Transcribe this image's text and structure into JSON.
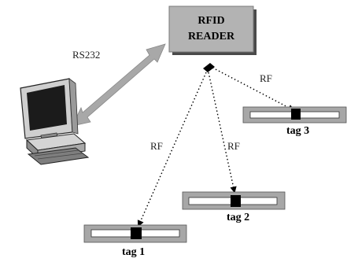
{
  "reader": {
    "line1": "RFID",
    "line2": "READER"
  },
  "links": {
    "serial": "RS232",
    "rf_tag1": "RF",
    "rf_tag2": "RF",
    "rf_tag3": "RF"
  },
  "tags": [
    {
      "label": "tag 1"
    },
    {
      "label": "tag 2"
    },
    {
      "label": "tag 3"
    }
  ],
  "colors": {
    "reader_fill": "#b3b3b3",
    "tag_plate": "#a7a7a7",
    "tag_strip": "#ffffff",
    "chip": "#000000",
    "arrow": "#a8a8a8"
  }
}
